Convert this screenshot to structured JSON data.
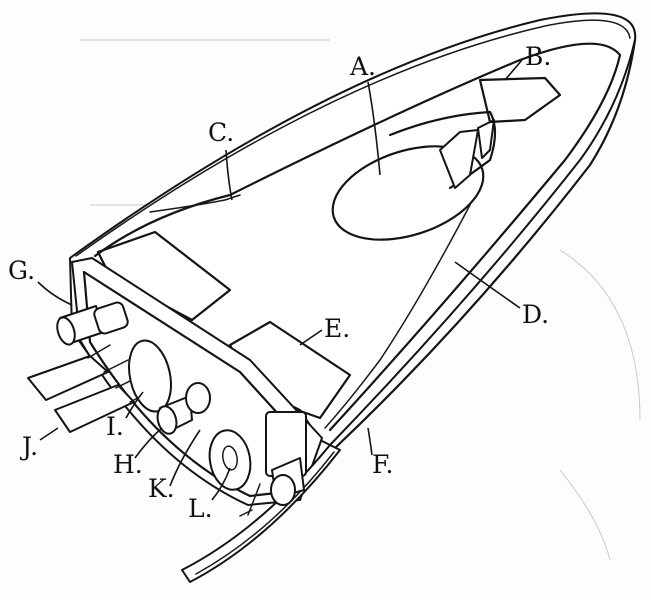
{
  "figure": {
    "background": "#fdfdfd",
    "ink_color": "#141414"
  },
  "labels": {
    "a": "A.",
    "b": "B.",
    "c": "C.",
    "d": "D.",
    "e": "E.",
    "f": "F.",
    "g": "G.",
    "h": "H.",
    "i": "I.",
    "j": "J.",
    "k": "K.",
    "l": "L."
  }
}
